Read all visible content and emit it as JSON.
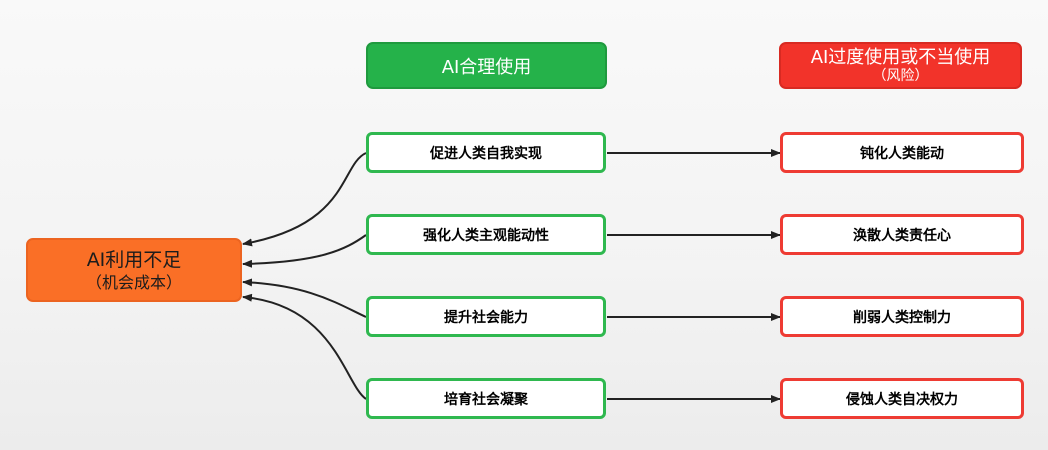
{
  "headers": {
    "proper_use": "AI合理使用",
    "improper_use_line1": "AI过度使用或不当使用",
    "improper_use_line2": "（风险）"
  },
  "underuse": {
    "line1": "AI利用不足",
    "line2": "（机会成本）"
  },
  "benefits": [
    "促进人类自我实现",
    "强化人类主观能动性",
    "提升社会能力",
    "培育社会凝聚"
  ],
  "risks": [
    "钝化人类能动",
    "涣散人类责任心",
    "削弱人类控制力",
    "侵蚀人类自决权力"
  ],
  "colors": {
    "green": "#25b24a",
    "red": "#f2332a",
    "orange": "#fa6f26",
    "arrow": "#222222"
  }
}
